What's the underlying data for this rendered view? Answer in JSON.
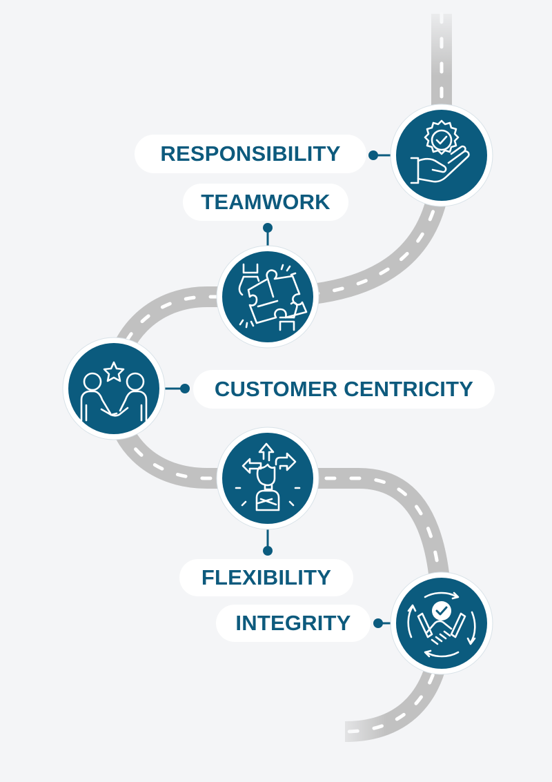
{
  "colors": {
    "background": "#f4f5f7",
    "road": "#c1c1c1",
    "road_marking": "#ffffff",
    "node_fill": "#0b5b7e",
    "node_ring": "#ffffff",
    "label_text": "#0d5a7d",
    "label_bg": "#ffffff",
    "connector": "#0b5b7e"
  },
  "milestones": [
    {
      "id": "responsibility",
      "label": "RESPONSIBILITY",
      "icon": "hand-badge-check-icon"
    },
    {
      "id": "teamwork",
      "label": "TEAMWORK",
      "icon": "puzzle-hands-icon"
    },
    {
      "id": "customer-centricity",
      "label": "CUSTOMER CENTRICITY",
      "icon": "handshake-star-icon"
    },
    {
      "id": "flexibility",
      "label": "FLEXIBILITY",
      "icon": "person-arrows-icon"
    },
    {
      "id": "integrity",
      "label": "INTEGRITY",
      "icon": "handshake-cycle-check-icon"
    }
  ]
}
